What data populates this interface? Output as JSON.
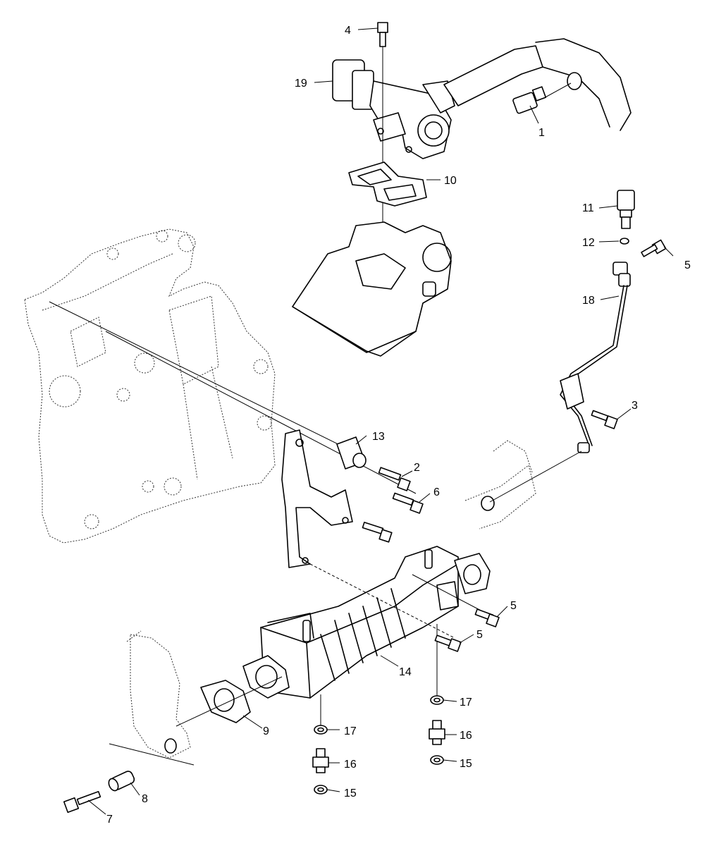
{
  "diagram": {
    "callouts": [
      {
        "id": "c1",
        "text": "1"
      },
      {
        "id": "c2",
        "text": "2"
      },
      {
        "id": "c3",
        "text": "3"
      },
      {
        "id": "c4",
        "text": "4"
      },
      {
        "id": "c5a",
        "text": "5"
      },
      {
        "id": "c5b",
        "text": "5"
      },
      {
        "id": "c5c",
        "text": "5"
      },
      {
        "id": "c6",
        "text": "6"
      },
      {
        "id": "c7",
        "text": "7"
      },
      {
        "id": "c8",
        "text": "8"
      },
      {
        "id": "c9",
        "text": "9"
      },
      {
        "id": "c10",
        "text": "10"
      },
      {
        "id": "c11",
        "text": "11"
      },
      {
        "id": "c12",
        "text": "12"
      },
      {
        "id": "c13",
        "text": "13"
      },
      {
        "id": "c14",
        "text": "14"
      },
      {
        "id": "c15a",
        "text": "15"
      },
      {
        "id": "c15b",
        "text": "15"
      },
      {
        "id": "c16a",
        "text": "16"
      },
      {
        "id": "c16b",
        "text": "16"
      },
      {
        "id": "c17a",
        "text": "17"
      },
      {
        "id": "c17b",
        "text": "17"
      },
      {
        "id": "c18",
        "text": "18"
      },
      {
        "id": "c19",
        "text": "19"
      }
    ]
  }
}
